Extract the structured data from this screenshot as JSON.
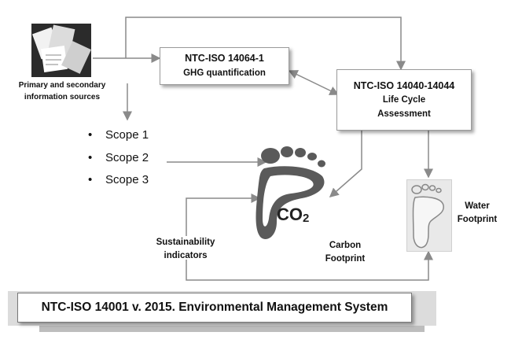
{
  "sources": {
    "label_line1": "Primary and secondary",
    "label_line2": "information sources"
  },
  "box_ghg": {
    "title": "NTC-ISO 14064-1",
    "subtitle": "GHG quantification"
  },
  "box_lca": {
    "title": "NTC-ISO 14040-14044",
    "subtitle_line1": "Life Cycle",
    "subtitle_line2": "Assessment"
  },
  "scopes": [
    "Scope 1",
    "Scope 2",
    "Scope 3"
  ],
  "co2_label": "CO",
  "co2_sub": "2",
  "carbon": {
    "line1": "Carbon",
    "line2": "Footprint"
  },
  "water": {
    "line1": "Water",
    "line2": "Footprint"
  },
  "sustainability": {
    "line1": "Sustainability",
    "line2": "indicators"
  },
  "ems": {
    "title": "NTC-ISO 14001 v. 2015. Environmental Management System"
  },
  "colors": {
    "line": "#8a8a8a",
    "footprint": "#5a5a5a",
    "water_bg": "#e9e9e9"
  }
}
